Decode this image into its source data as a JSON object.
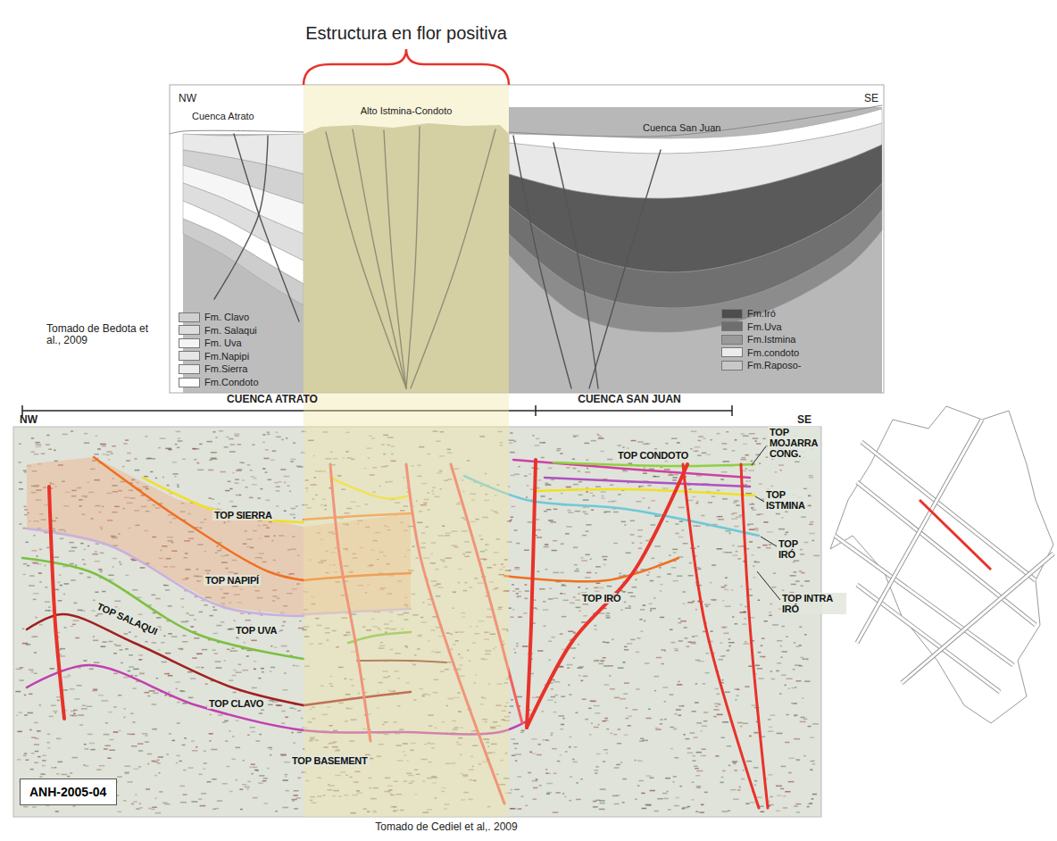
{
  "diagram": {
    "title": "Estructura en flor positiva",
    "caption": "Tomado de Cediel et al,. 2009",
    "nodes": [
      {
        "text": [
          "ANH-2005-04"
        ]
      }
    ],
    "labels": [
      "NW",
      "SE",
      "Cuenca Atrato",
      "Alto Istmina-Condoto",
      "Cuenca San Juan",
      "Tomado de Bedota et al., 2009",
      "CUENCA ATRATO",
      "CUENCA SAN JUAN",
      "NW",
      "SE",
      "TOP SIERRA",
      "TOP NAPIPÍ",
      "TOP UVA",
      "TOP SALAQUI",
      "TOP CLAVO",
      "TOP BASEMENT",
      "TOP CONDOTO",
      "TOP MOJARRA CONG.",
      "TOP ISTMINA",
      "TOP IRÓ",
      "TOP INTRA IRÓ",
      "TOP IRÓ"
    ],
    "legend": [
      {
        "text": "Fm. Clavo",
        "color": "#cfcfcf"
      },
      {
        "text": "Fm. Salaqui",
        "color": "#dedede"
      },
      {
        "text": "Fm. Uva",
        "color": "#f4f4f4"
      },
      {
        "text": "Fm.Napipi",
        "color": "#e6e6e6"
      },
      {
        "text": "Fm.Sierra",
        "color": "#ececec"
      },
      {
        "text": "Fm.Condoto",
        "color": "#ffffff"
      },
      {
        "text": "Fm.Iró",
        "color": "#4d4d4d"
      },
      {
        "text": "Fm.Uva",
        "color": "#6e6e6e"
      },
      {
        "text": "Fm.Istmina",
        "color": "#9a9a9a"
      },
      {
        "text": "Fm.condoto",
        "color": "#ececec"
      },
      {
        "text": "Fm.Raposo-",
        "color": "#c8c8c8"
      }
    ]
  }
}
